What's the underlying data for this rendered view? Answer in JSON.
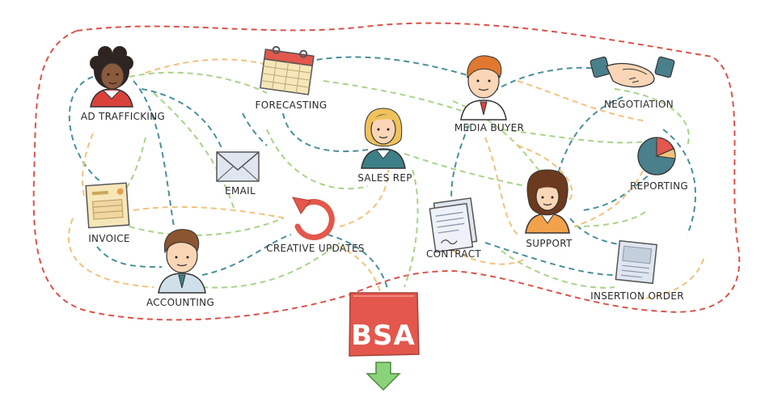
{
  "nodes": {
    "ad_trafficking": "AD TRAFFICKING",
    "forecasting": "FORECASTING",
    "media_buyer": "MEDIA BUYER",
    "negotiation": "NEGOTIATION",
    "email": "EMAIL",
    "sales_rep": "SALES REP",
    "reporting": "REPORTING",
    "invoice": "INVOICE",
    "creative_updates": "CREATIVE UPDATES",
    "contract": "CONTRACT",
    "support": "SUPPORT",
    "accounting": "ACCOUNTING",
    "insertion_order": "INSERTION ORDER"
  },
  "hub": {
    "label": "BSA"
  },
  "colors": {
    "boundary": "#d9534a",
    "path_teal": "#4a8f99",
    "path_green": "#a8d38a",
    "path_orange": "#f2c17d",
    "hub_fill": "#e3574c",
    "arrow_fill": "#8bd37a"
  },
  "icons": {
    "ad_trafficking": "person-dark-curly-hair-icon",
    "forecasting": "calendar-icon",
    "media_buyer": "person-red-hair-tie-icon",
    "negotiation": "handshake-icon",
    "email": "envelope-icon",
    "sales_rep": "person-blonde-icon",
    "reporting": "pie-chart-icon",
    "invoice": "invoice-document-icon",
    "creative_updates": "refresh-arrow-icon",
    "contract": "contract-document-icon",
    "support": "person-brown-curly-hair-icon",
    "accounting": "person-brown-hair-tie-icon",
    "insertion_order": "insertion-order-document-icon",
    "hub": "bsa-box-icon",
    "output": "down-arrow-icon"
  }
}
